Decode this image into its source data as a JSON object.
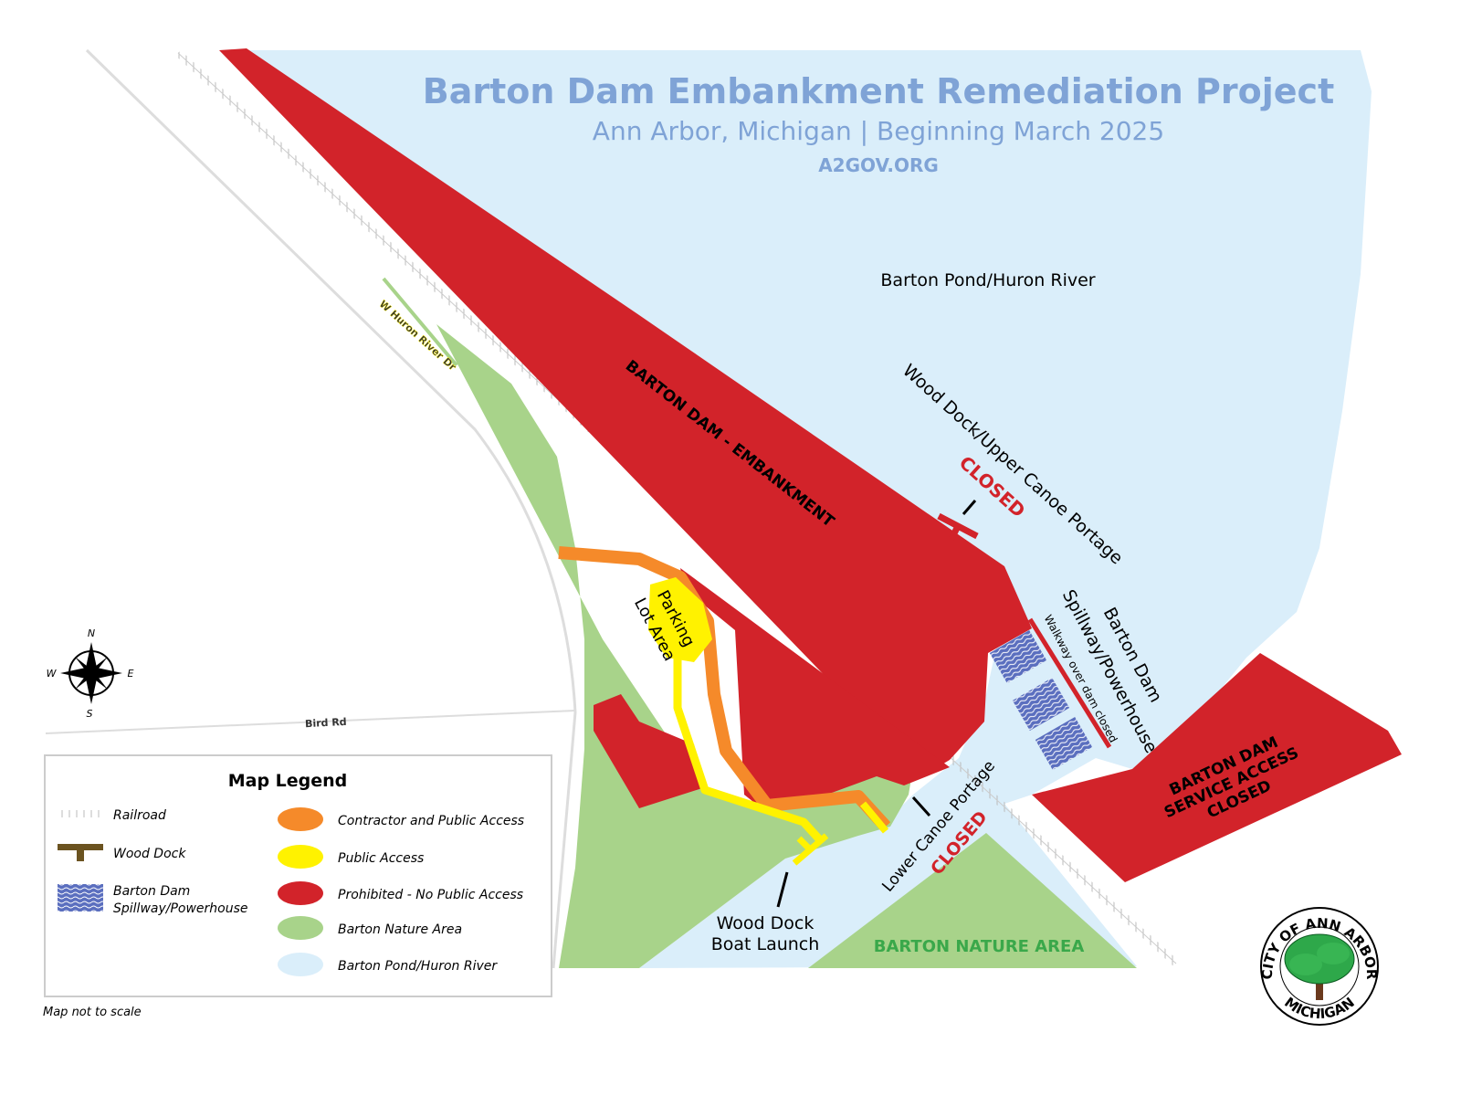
{
  "header": {
    "title": "Barton Dam Embankment Remediation Project",
    "subtitle": "Ann Arbor, Michigan | Beginning March 2025",
    "website": "A2GOV.ORG"
  },
  "labels": {
    "pond": "Barton Pond/Huron River",
    "embankment": "BARTON DAM - EMBANKMENT",
    "upper_portage": "Wood Dock/Upper Canoe Portage",
    "upper_closed": "CLOSED",
    "spillway_line1": "Barton Dam",
    "spillway_line2": "Spillway/Powerhouse",
    "walkway": "Walkway over dam closed",
    "service_line1": "BARTON DAM",
    "service_line2": "SERVICE ACCESS",
    "service_line3": "CLOSED",
    "lower_portage": "Lower Canoe Portage",
    "lower_closed": "CLOSED",
    "boat_launch_line1": "Wood Dock",
    "boat_launch_line2": "Boat Launch",
    "nature_area": "BARTON NATURE AREA",
    "parking_line1": "Parking",
    "parking_line2": "Lot Area",
    "huron_river_dr": "W Huron River Dr",
    "bird_rd": "Bird Rd"
  },
  "compass": {
    "n": "N",
    "s": "S",
    "e": "E",
    "w": "W"
  },
  "legend": {
    "title": "Map Legend",
    "symbols": [
      {
        "label": "Railroad",
        "icon": "railroad-icon"
      },
      {
        "label": "Wood Dock",
        "icon": "wood-dock-icon"
      },
      {
        "label": "Barton Dam Spillway/Powerhouse",
        "icon": "spillway-icon"
      }
    ],
    "areas": [
      {
        "label": "Contractor and Public Access",
        "color": "#f58a2a"
      },
      {
        "label": "Public Access",
        "color": "#fff200"
      },
      {
        "label": "Prohibited - No Public Access",
        "color": "#d2232a"
      },
      {
        "label": "Barton Nature Area",
        "color": "#a8d38a"
      },
      {
        "label": "Barton Pond/Huron River",
        "color": "#daeefa"
      }
    ]
  },
  "footnote": "Map not to scale",
  "seal": {
    "text": "CITY OF ANN ARBOR MICHIGAN"
  },
  "colors": {
    "title_blue": "#7fa3d6",
    "prohibited": "#d2232a",
    "water": "#daeefa",
    "nature": "#a8d38a",
    "contractor": "#f58a2a",
    "public": "#fff200",
    "spillway": "#5b6fbf",
    "dock": "#6b5320"
  }
}
